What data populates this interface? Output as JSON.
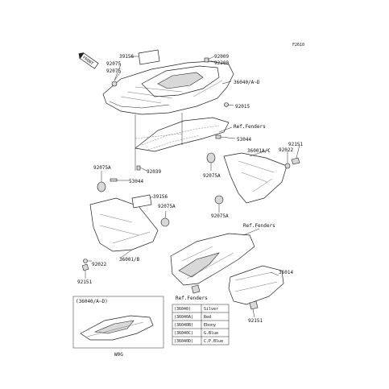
{
  "diagram": {
    "code": "F2610",
    "front_label": "FRONT",
    "labels": {
      "l_39156_top": "39156",
      "l_92075_a": "92075",
      "l_92075_b": "92075",
      "l_92009": "92009",
      "l_92200": "92200",
      "l_36040": "36040/A~D",
      "l_92015": "92015",
      "l_ref_fenders_1": "Ref.Fenders",
      "l_53044_right": "53044",
      "l_92151_right": "92151",
      "l_92022_right": "92022",
      "l_36001ac": "36001A/C",
      "l_92075a_right": "92075A",
      "l_92039": "92039",
      "l_92075a_left": "92075A",
      "l_53044_left": "53044",
      "l_39156_mid": "39156",
      "l_92075a_mid": "92075A",
      "l_92075a_low": "92075A",
      "l_ref_fenders_2": "Ref.Fenders",
      "l_92022_left": "92022",
      "l_36001b": "36001/B",
      "l_92151_left": "92151",
      "l_36014": "36014",
      "l_ref_fenders_3": "Ref.Fenders",
      "l_92151_low": "92151"
    },
    "inset": {
      "title": "(36040/A~D)",
      "caption": "W0G"
    },
    "color_table": [
      {
        "code": "(36040)",
        "color": "Silver"
      },
      {
        "code": "(36040A)",
        "color": "Red"
      },
      {
        "code": "(36040B)",
        "color": "Ebony"
      },
      {
        "code": "(36040C)",
        "color": "G.Blue"
      },
      {
        "code": "(36040D)",
        "color": "C.P.Blue"
      }
    ]
  }
}
